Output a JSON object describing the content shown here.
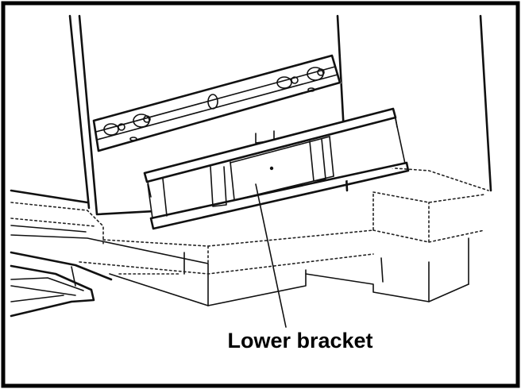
{
  "diagram": {
    "callout_label": "Lower bracket",
    "parts": [
      "cabinet-side-panel",
      "upper-mounting-bracket",
      "lower-bracket",
      "pedestal-base",
      "drawer-tray"
    ]
  }
}
